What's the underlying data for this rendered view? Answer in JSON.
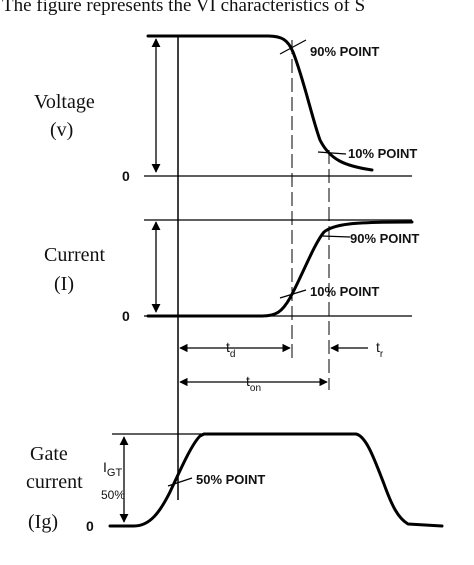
{
  "caption": "The figure represents the VI characteristics of S",
  "voltage_panel": {
    "label_line1": "Voltage",
    "label_line2": "(v)",
    "zero": "0",
    "point_90": "90% POINT",
    "point_10": "10% POINT"
  },
  "current_panel": {
    "label_line1": "Current",
    "label_line2": "(I)",
    "zero": "0",
    "point_90": "90% POINT",
    "point_10": "10% POINT"
  },
  "timing": {
    "td_main": "t",
    "td_sub": "d",
    "tr_main": "t",
    "tr_sub": "r",
    "ton_main": "t",
    "ton_sub": "on"
  },
  "gate_panel": {
    "label_line1": "Gate",
    "label_line2": "current",
    "label_line3": "(Ig)",
    "zero": "0",
    "igt_main": "I",
    "igt_sub": "GT",
    "igt_pct": "50%",
    "point_50": "50% POINT"
  }
}
